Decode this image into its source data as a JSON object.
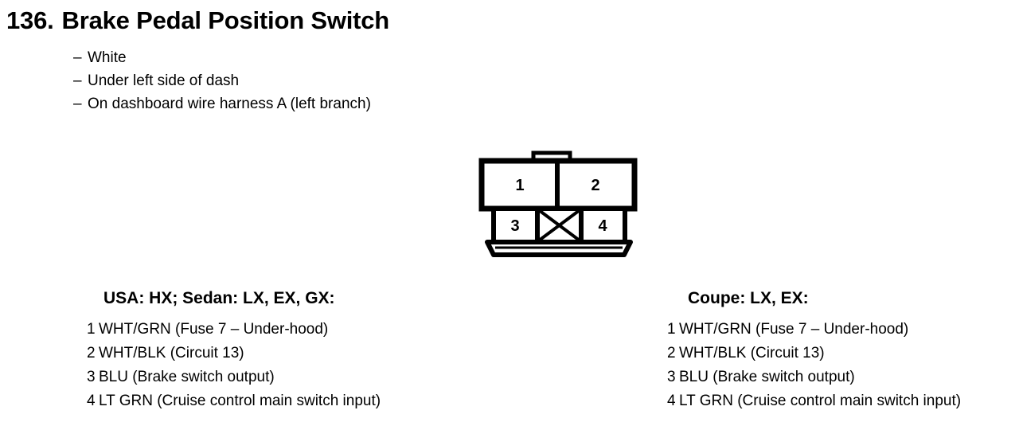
{
  "title": {
    "number": "136.",
    "name": "Brake Pedal Position Switch"
  },
  "specs": {
    "dash": "–",
    "items": [
      "White",
      "Under left side of dash",
      "On dashboard wire harness A (left branch)"
    ]
  },
  "connector": {
    "top_row": [
      {
        "label": "1"
      },
      {
        "label": "2"
      }
    ],
    "bottom_row": [
      {
        "label": "3"
      },
      {
        "label": "",
        "blank": true
      },
      {
        "label": "4"
      }
    ],
    "stroke_color": "#000000",
    "fill_color": "#ffffff"
  },
  "legend": {
    "left": {
      "heading": "USA: HX; Sedan: LX, EX, GX:",
      "pins": [
        {
          "no": "1",
          "desc": "WHT/GRN (Fuse 7 – Under-hood)"
        },
        {
          "no": "2",
          "desc": "WHT/BLK (Circuit 13)"
        },
        {
          "no": "3",
          "desc": "BLU (Brake switch output)"
        },
        {
          "no": "4",
          "desc": "LT GRN (Cruise control main switch input)"
        }
      ]
    },
    "right": {
      "heading": "Coupe: LX, EX:",
      "pins": [
        {
          "no": "1",
          "desc": "WHT/GRN (Fuse 7 – Under-hood)"
        },
        {
          "no": "2",
          "desc": "WHT/BLK (Circuit 13)"
        },
        {
          "no": "3",
          "desc": "BLU (Brake switch output)"
        },
        {
          "no": "4",
          "desc": "LT GRN (Cruise control main switch input)"
        }
      ]
    }
  }
}
